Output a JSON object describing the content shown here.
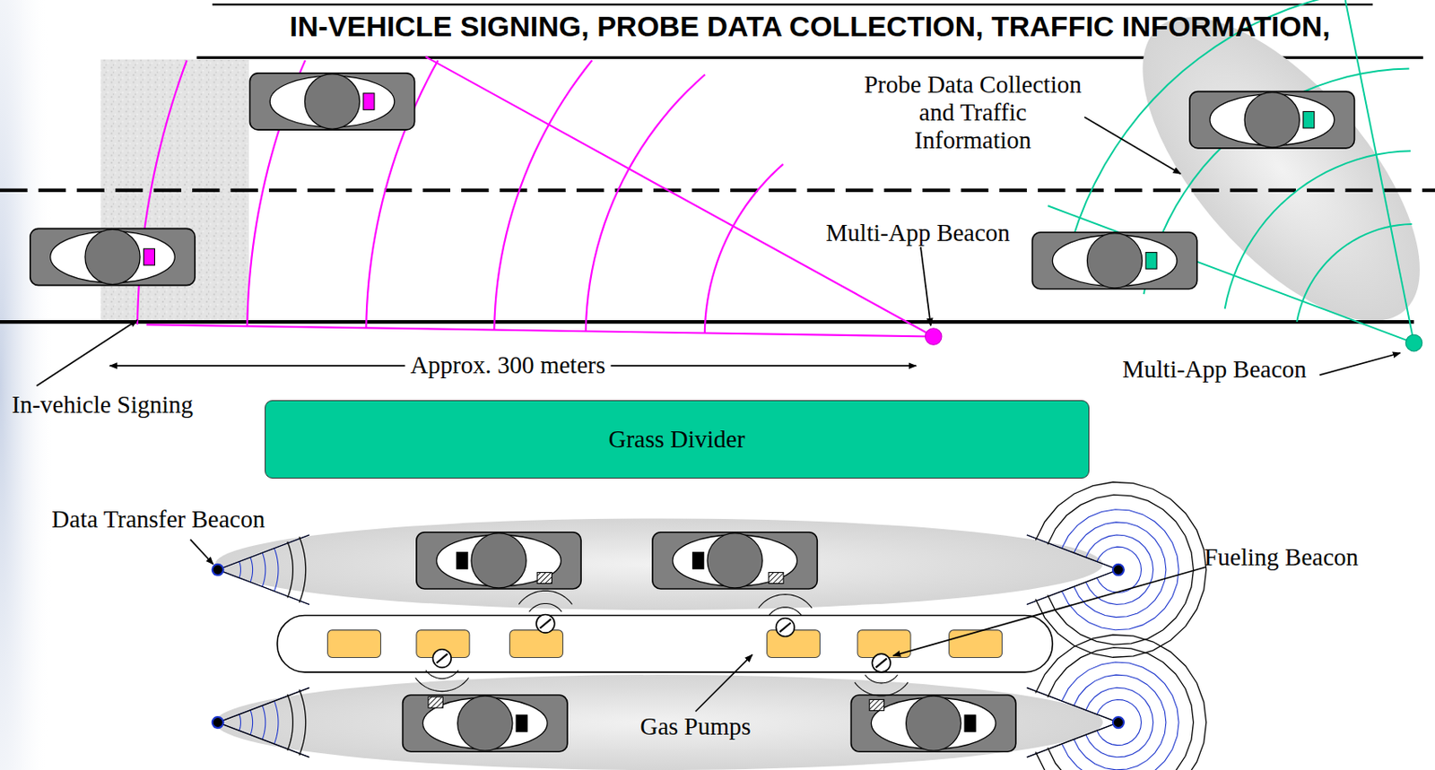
{
  "diagram": {
    "title": "IN-VEHICLE SIGNING, PROBE DATA COLLECTION, TRAFFIC INFORMATION,",
    "nodes": [
      {
        "text": [
          "Grass Divider"
        ]
      }
    ],
    "labels": [
      "Probe Data Collection and Traffic Information",
      "Multi-App Beacon",
      "Approx. 300 meters",
      "Multi-App Beacon",
      "In-vehicle Signing",
      "Data Transfer Beacon",
      "Fueling Beacon",
      "Gas Pumps"
    ]
  }
}
